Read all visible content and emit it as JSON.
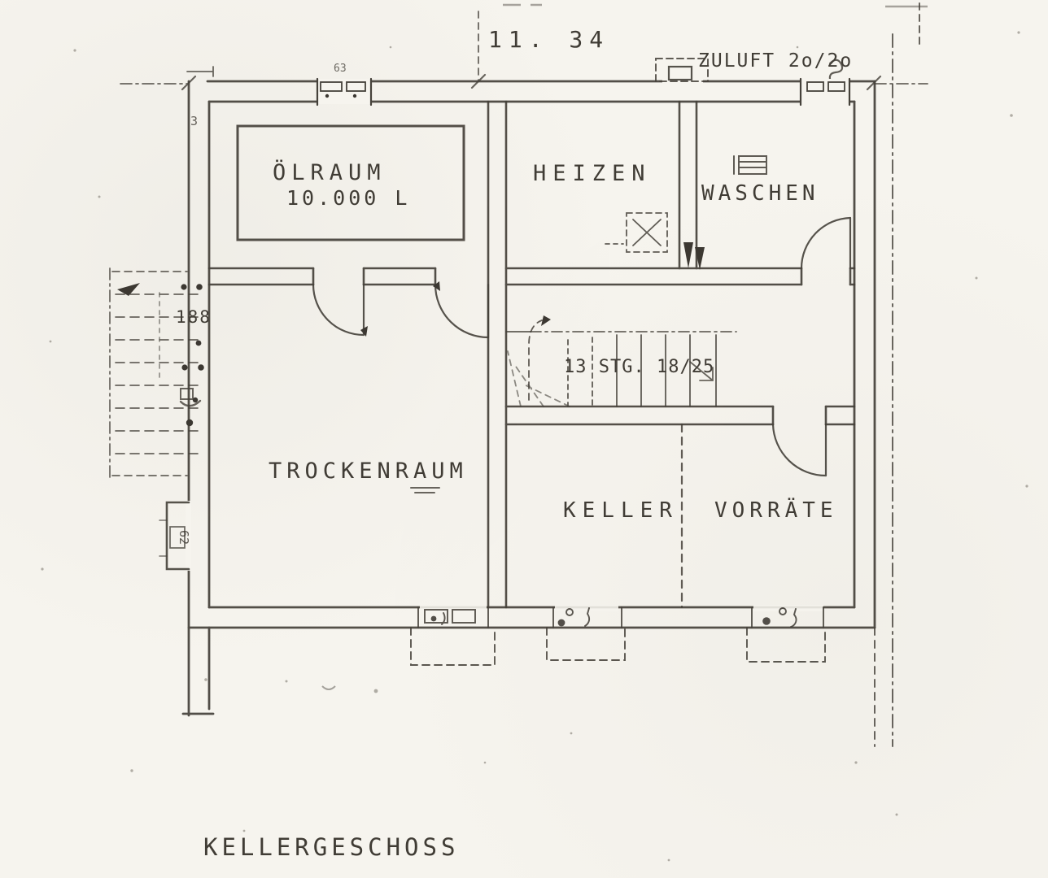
{
  "colors": {
    "paper": "#f6f4ee",
    "ink": "#45413a"
  },
  "title": "KELLERGESCHOSS",
  "dimensions": {
    "overall_width": "11. 34",
    "exterior_stair": "188",
    "left_niche": "62",
    "top_window": "63",
    "top_left_mark": "3"
  },
  "annotations": {
    "supply_air": "ZULUFT 2o/2o",
    "stairs": "13 STG. 18/25"
  },
  "rooms": [
    {
      "name": "ÖLRAUM",
      "detail": "10.000 L"
    },
    {
      "name": "HEIZEN"
    },
    {
      "name": "WASCHEN"
    },
    {
      "name": "TROCKENRAUM"
    },
    {
      "name": "KELLER"
    },
    {
      "name": "VORRÄTE"
    }
  ]
}
